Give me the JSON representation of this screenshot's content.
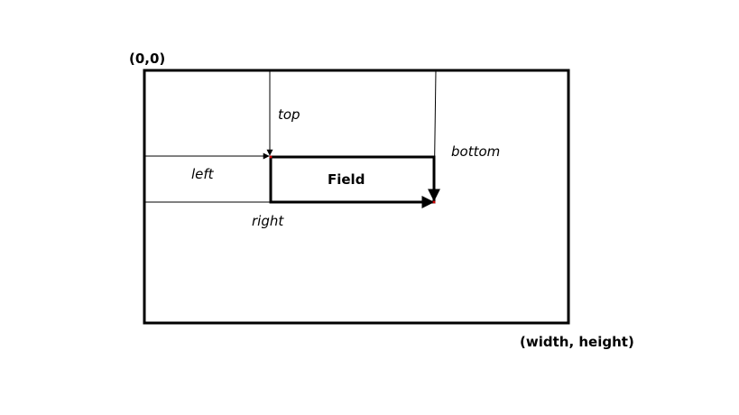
{
  "labels": {
    "origin": "(0,0)",
    "extent": "(width, height)",
    "top": "top",
    "bottom": "bottom",
    "left": "left",
    "right": "right",
    "field": "Field"
  },
  "colors": {
    "stroke": "#000000",
    "background": "#ffffff",
    "arrow_tip": "#cc0000"
  }
}
